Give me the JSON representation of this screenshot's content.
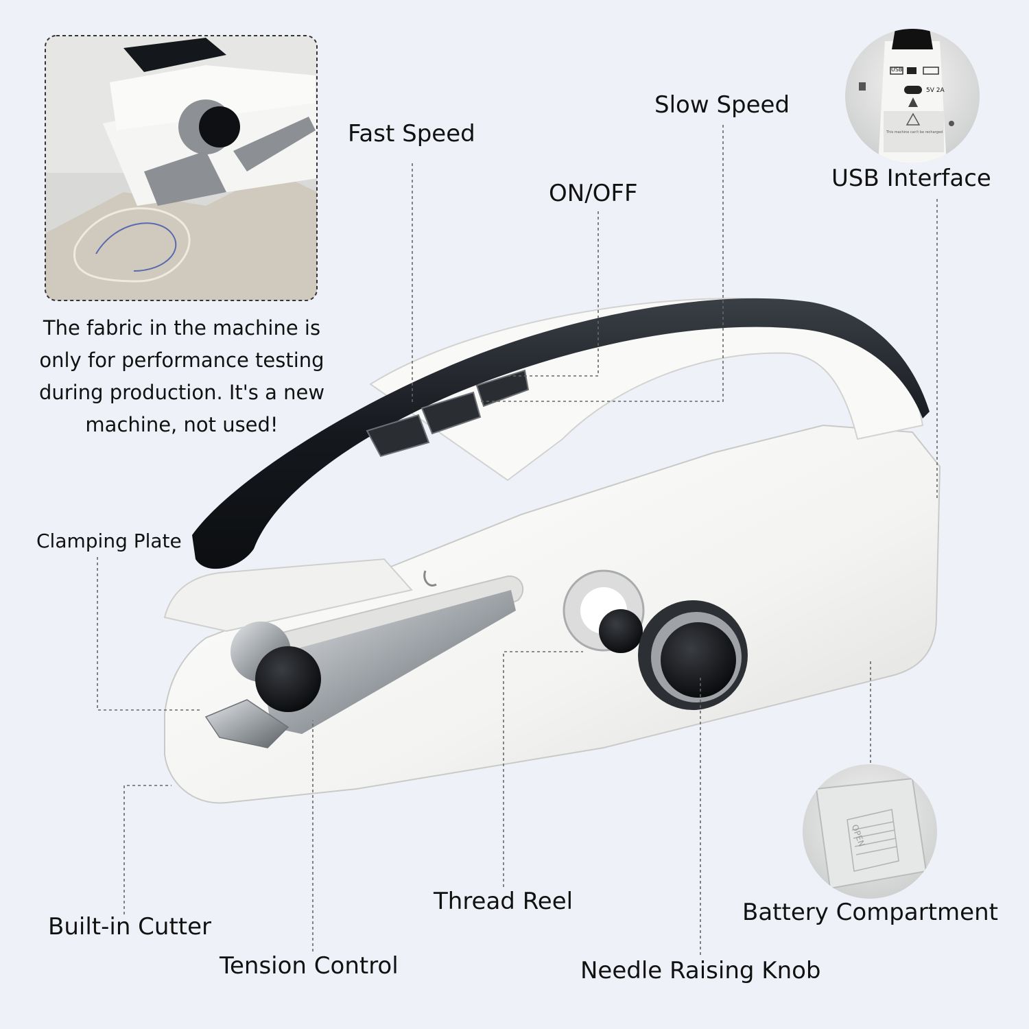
{
  "labels": {
    "fast_speed": "Fast Speed",
    "slow_speed": "Slow Speed",
    "on_off": "ON/OFF",
    "usb_interface": "USB Interface",
    "clamping_plate": "Clamping Plate",
    "built_in_cutter": "Built-in Cutter",
    "tension_control": "Tension Control",
    "thread_reel": "Thread Reel",
    "needle_raising_knob": "Needle Raising Knob",
    "battery_compartment": "Battery Compartment"
  },
  "note": {
    "lines": [
      "The fabric in the machine is",
      "only for performance testing",
      "during production. It's a new",
      "machine, not used!"
    ]
  },
  "usb_panel": {
    "usb_tag": "USB",
    "spec": "5V 2A",
    "warning_text": "This machine can't be recharged"
  },
  "battery_cover": {
    "open_text": "OPEN"
  },
  "colors": {
    "background": "#eef2f8",
    "body_white": "#f7f7f5",
    "handle_black": "#15181d",
    "metal": "#9ea3a8"
  }
}
